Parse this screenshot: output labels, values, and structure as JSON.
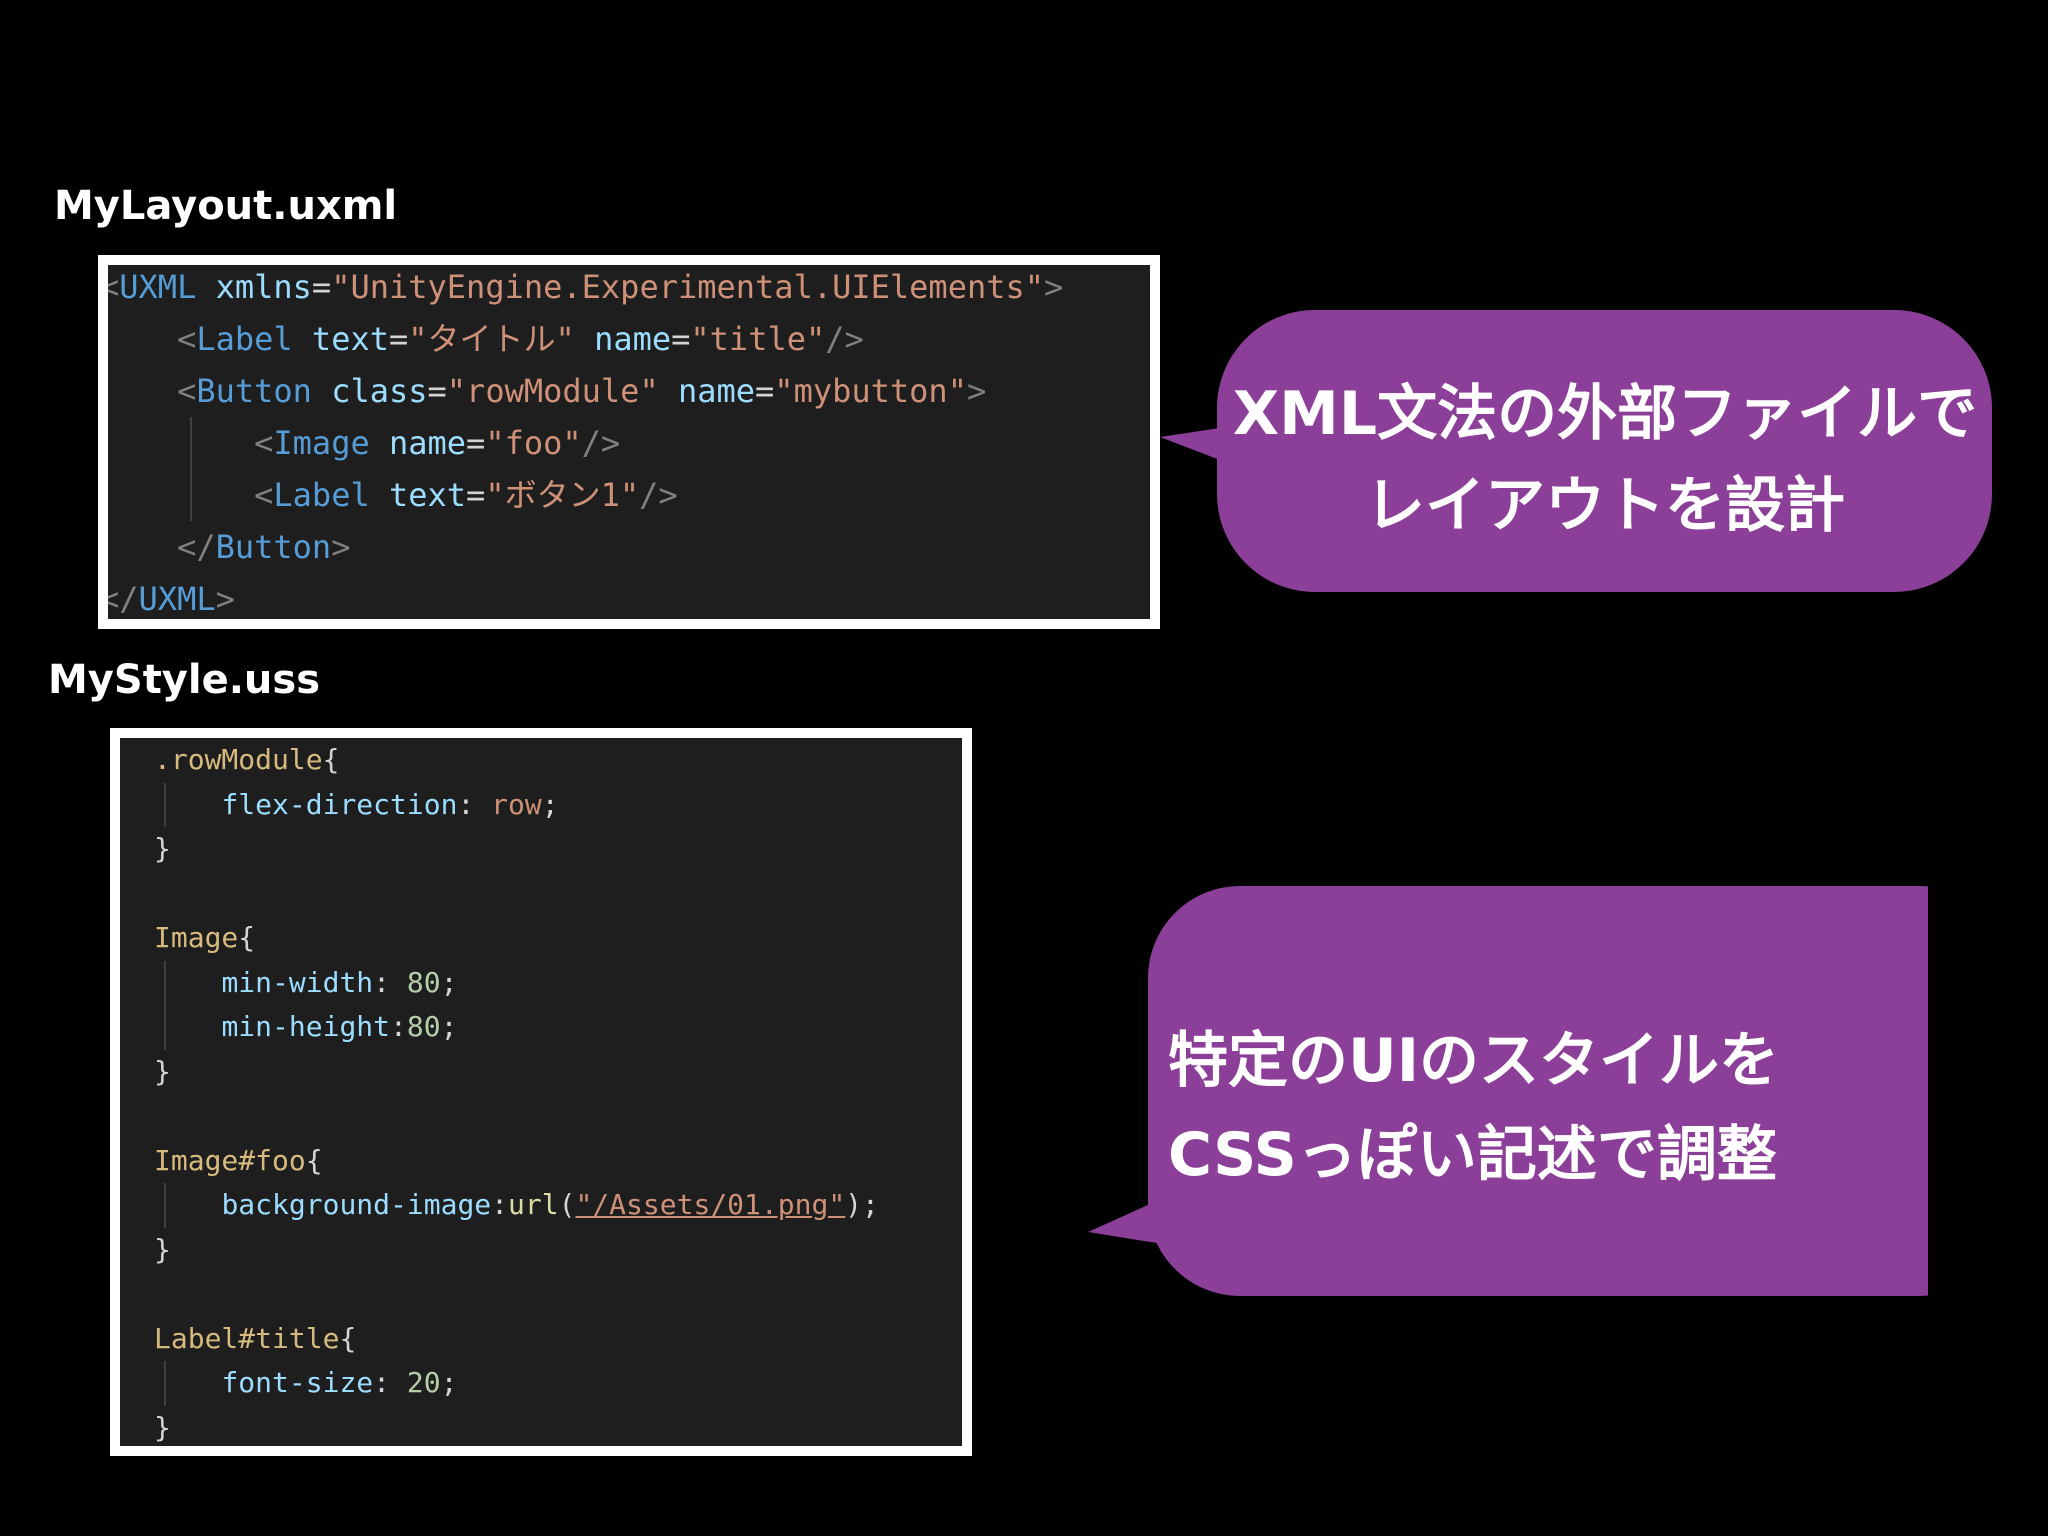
{
  "layout_file": {
    "label": "MyLayout.uxml",
    "lines": [
      [
        [
          "tok-punct",
          "<"
        ],
        [
          "tok-tag",
          "UXML"
        ],
        [
          "tok-text",
          " "
        ],
        [
          "tok-attr",
          "xmlns"
        ],
        [
          "tok-text",
          "="
        ],
        [
          "tok-str",
          "\"UnityEngine.Experimental.UIElements\""
        ],
        [
          "tok-punct",
          ">"
        ]
      ],
      [
        [
          "tok-text",
          "    "
        ],
        [
          "tok-punct",
          "<"
        ],
        [
          "tok-tag",
          "Label"
        ],
        [
          "tok-text",
          " "
        ],
        [
          "tok-attr",
          "text"
        ],
        [
          "tok-text",
          "="
        ],
        [
          "tok-str",
          "\"タイトル\""
        ],
        [
          "tok-text",
          " "
        ],
        [
          "tok-attr",
          "name"
        ],
        [
          "tok-text",
          "="
        ],
        [
          "tok-str",
          "\"title\""
        ],
        [
          "tok-punct",
          "/>"
        ]
      ],
      [
        [
          "tok-text",
          "    "
        ],
        [
          "tok-punct",
          "<"
        ],
        [
          "tok-tag",
          "Button"
        ],
        [
          "tok-text",
          " "
        ],
        [
          "tok-attr",
          "class"
        ],
        [
          "tok-text",
          "="
        ],
        [
          "tok-str",
          "\"rowModule\""
        ],
        [
          "tok-text",
          " "
        ],
        [
          "tok-attr",
          "name"
        ],
        [
          "tok-text",
          "="
        ],
        [
          "tok-str",
          "\"mybutton\""
        ],
        [
          "tok-punct",
          ">"
        ]
      ],
      [
        [
          "tok-text",
          "        "
        ],
        [
          "tok-punct",
          "<"
        ],
        [
          "tok-tag",
          "Image"
        ],
        [
          "tok-text",
          " "
        ],
        [
          "tok-attr",
          "name"
        ],
        [
          "tok-text",
          "="
        ],
        [
          "tok-str",
          "\"foo\""
        ],
        [
          "tok-punct",
          "/>"
        ]
      ],
      [
        [
          "tok-text",
          "        "
        ],
        [
          "tok-punct",
          "<"
        ],
        [
          "tok-tag",
          "Label"
        ],
        [
          "tok-text",
          " "
        ],
        [
          "tok-attr",
          "text"
        ],
        [
          "tok-text",
          "="
        ],
        [
          "tok-str",
          "\"ボタン1\""
        ],
        [
          "tok-punct",
          "/>"
        ]
      ],
      [
        [
          "tok-text",
          "    "
        ],
        [
          "tok-punct",
          "</"
        ],
        [
          "tok-tag",
          "Button"
        ],
        [
          "tok-punct",
          ">"
        ]
      ],
      [
        [
          "tok-punct",
          "</"
        ],
        [
          "tok-tag",
          "UXML"
        ],
        [
          "tok-punct",
          ">"
        ]
      ]
    ]
  },
  "style_file": {
    "label": "MyStyle.uss",
    "lines": [
      [
        [
          "tok-sel",
          ".rowModule"
        ],
        [
          "tok-text",
          "{"
        ]
      ],
      [
        [
          "tok-text",
          "    "
        ],
        [
          "tok-prop",
          "flex-direction"
        ],
        [
          "tok-text",
          ": "
        ],
        [
          "tok-str",
          "row"
        ],
        [
          "tok-text",
          ";"
        ]
      ],
      [
        [
          "tok-text",
          "}"
        ]
      ],
      [],
      [
        [
          "tok-sel",
          "Image"
        ],
        [
          "tok-text",
          "{"
        ]
      ],
      [
        [
          "tok-text",
          "    "
        ],
        [
          "tok-prop",
          "min-width"
        ],
        [
          "tok-text",
          ": "
        ],
        [
          "tok-num",
          "80"
        ],
        [
          "tok-text",
          ";"
        ]
      ],
      [
        [
          "tok-text",
          "    "
        ],
        [
          "tok-prop",
          "min-height"
        ],
        [
          "tok-text",
          ":"
        ],
        [
          "tok-num",
          "80"
        ],
        [
          "tok-text",
          ";"
        ]
      ],
      [
        [
          "tok-text",
          "}"
        ]
      ],
      [],
      [
        [
          "tok-sel",
          "Image#foo"
        ],
        [
          "tok-text",
          "{"
        ]
      ],
      [
        [
          "tok-text",
          "    "
        ],
        [
          "tok-prop",
          "background-image"
        ],
        [
          "tok-text",
          ":"
        ],
        [
          "tok-func",
          "url"
        ],
        [
          "tok-text",
          "("
        ],
        [
          "tok-url",
          "\"/Assets/01.png\""
        ],
        [
          "tok-text",
          ");"
        ]
      ],
      [
        [
          "tok-text",
          "}"
        ]
      ],
      [],
      [
        [
          "tok-sel",
          "Label#title"
        ],
        [
          "tok-text",
          "{"
        ]
      ],
      [
        [
          "tok-text",
          "    "
        ],
        [
          "tok-prop",
          "font-size"
        ],
        [
          "tok-text",
          ": "
        ],
        [
          "tok-num",
          "20"
        ],
        [
          "tok-text",
          ";"
        ]
      ],
      [
        [
          "tok-text",
          "}"
        ]
      ]
    ]
  },
  "callouts": {
    "layout": {
      "line1": "XML文法の外部ファイルで",
      "line2": "レイアウトを設計",
      "color": "#8c3f99"
    },
    "style": {
      "line1": "特定のUIのスタイルを",
      "line2": "CSSっぽい記述で調整",
      "color": "#8c3f99"
    }
  }
}
